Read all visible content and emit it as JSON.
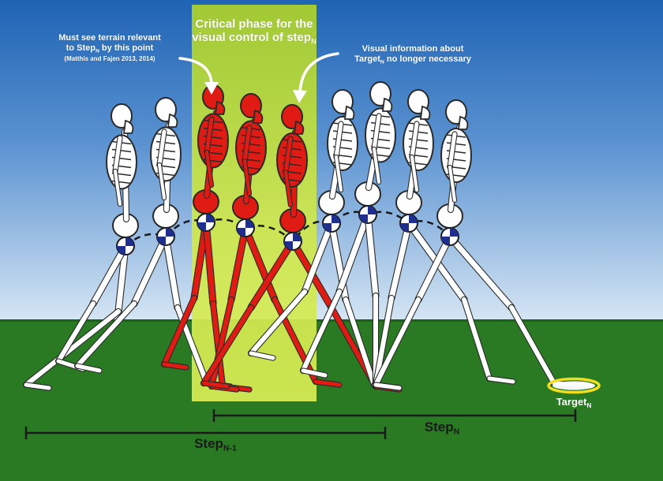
{
  "labels": {
    "critical_phase": {
      "line1": "Critical phase for the",
      "line2": "visual control of step",
      "sub": "N"
    },
    "must_see": {
      "line1": "Must see terrain relevant",
      "line2_pre": "to Step",
      "line2_sub": "N",
      "line2_post": " by this point",
      "citation": "(Matthis and Fajen 2013, 2014)"
    },
    "visual_info": {
      "line1": "Visual information about",
      "line2_pre": "Target",
      "line2_sub": "N",
      "line2_post": " no longer necessary"
    },
    "target": {
      "text": "Target",
      "sub": "N"
    },
    "step_n": {
      "text": "Step",
      "sub": "N"
    },
    "step_n_minus_1": {
      "text": "Step",
      "sub": "N-1"
    }
  },
  "colors": {
    "sky_top": "#1f63b4",
    "sky_bottom": "#cfe0f2",
    "ground": "#2a7a24",
    "ground_line": "#1f5f1c",
    "critical_band": "#c7e63c",
    "critical_skeleton": "#e01b14",
    "white_skeleton": "#ffffff",
    "skeleton_outline": "#2a2a2a",
    "hip_marker": "#1f2f8f",
    "target_ring": "#f1df1f",
    "step_bar": "#1a1a1a"
  },
  "icons": {
    "arrow_left": "curved-arrow-down",
    "arrow_right": "curved-arrow-down",
    "hip": "hip-joint-marker",
    "target": "target-ring"
  }
}
